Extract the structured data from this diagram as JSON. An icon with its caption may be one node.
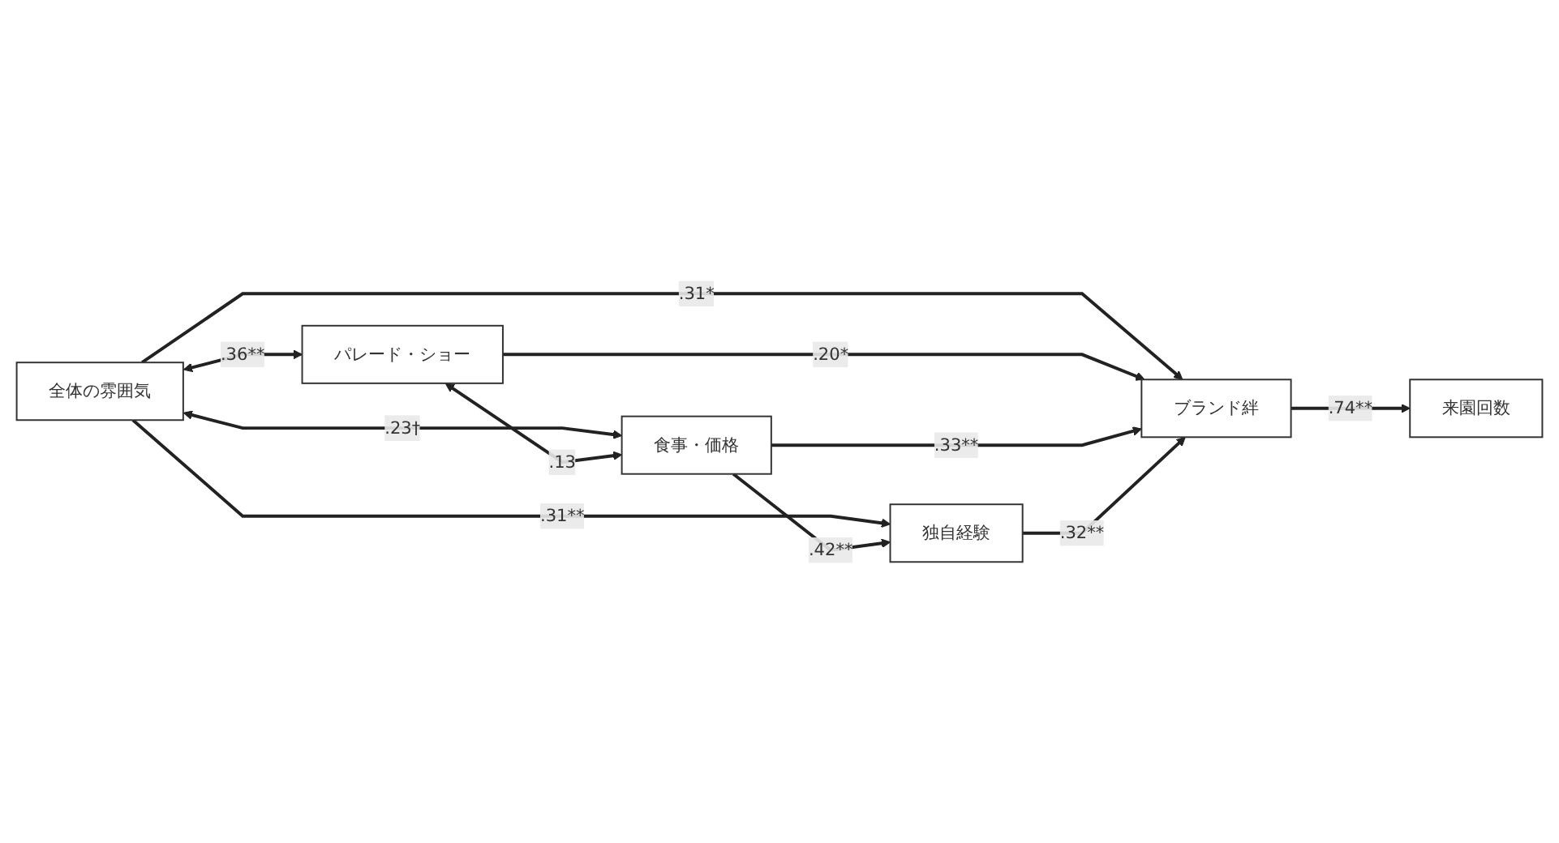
{
  "diagram": {
    "nodes": [
      {
        "text": [
          "全体の雰囲気"
        ]
      },
      {
        "text": [
          "独自経験"
        ]
      },
      {
        "text": [
          "パレード・ショー"
        ]
      },
      {
        "text": [
          "ブランド絆"
        ]
      },
      {
        "text": [
          "来園回数"
        ]
      },
      {
        "text": [
          "食事・価格"
        ]
      }
    ],
    "edges": [
      {
        "from": 0,
        "to": 1,
        "arrow": "to",
        "label": ".31**"
      },
      {
        "from": 0,
        "to": 3,
        "arrow": "to",
        "label": ".31*"
      },
      {
        "from": 0,
        "to": 2,
        "arrow": "both",
        "label": ".36**"
      },
      {
        "from": 0,
        "to": 5,
        "arrow": "both",
        "label": ".23†"
      },
      {
        "from": 2,
        "to": 3,
        "arrow": "to",
        "label": ".20*"
      },
      {
        "from": 2,
        "to": 5,
        "arrow": "both",
        "label": ".13"
      },
      {
        "from": 5,
        "to": 1,
        "arrow": "to",
        "label": ".42**"
      },
      {
        "from": 5,
        "to": 3,
        "arrow": "to",
        "label": ".33**"
      },
      {
        "from": 1,
        "to": 3,
        "arrow": "to",
        "label": ".32**"
      },
      {
        "from": 3,
        "to": 4,
        "arrow": "to",
        "label": ".74**"
      }
    ]
  }
}
